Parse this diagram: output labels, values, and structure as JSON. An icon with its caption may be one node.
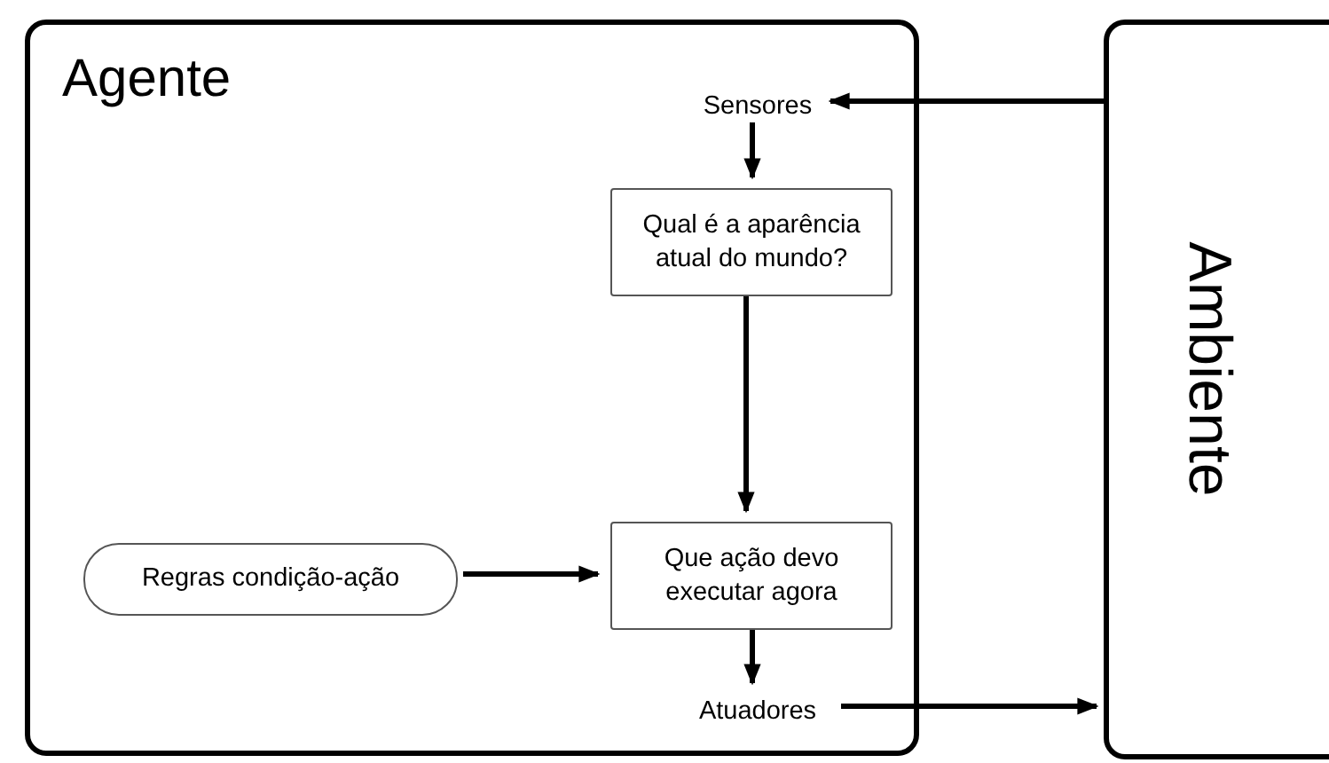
{
  "diagram": {
    "nodes": [
      {
        "text": [
          "Agente"
        ]
      },
      {
        "text": [
          "Ambiente"
        ]
      },
      {
        "text": [
          "Sensores"
        ],
        "in": 0
      },
      {
        "text": [
          "Qual é a aparência atual do mundo?"
        ],
        "in": 0
      },
      {
        "text": [
          "Regras condição-ação"
        ],
        "in": 0
      },
      {
        "text": [
          "Que ação devo executar agora"
        ],
        "in": 0
      },
      {
        "text": [
          "Atuadores"
        ],
        "in": 0
      }
    ],
    "edges": [
      {
        "from": 1,
        "to": 2,
        "arrow": "to"
      },
      {
        "from": 2,
        "to": 3,
        "arrow": "to"
      },
      {
        "from": 3,
        "to": 5,
        "arrow": "to"
      },
      {
        "from": 4,
        "to": 5,
        "arrow": "to"
      },
      {
        "from": 5,
        "to": 6,
        "arrow": "to"
      },
      {
        "from": 6,
        "to": 1,
        "arrow": "to"
      }
    ]
  }
}
